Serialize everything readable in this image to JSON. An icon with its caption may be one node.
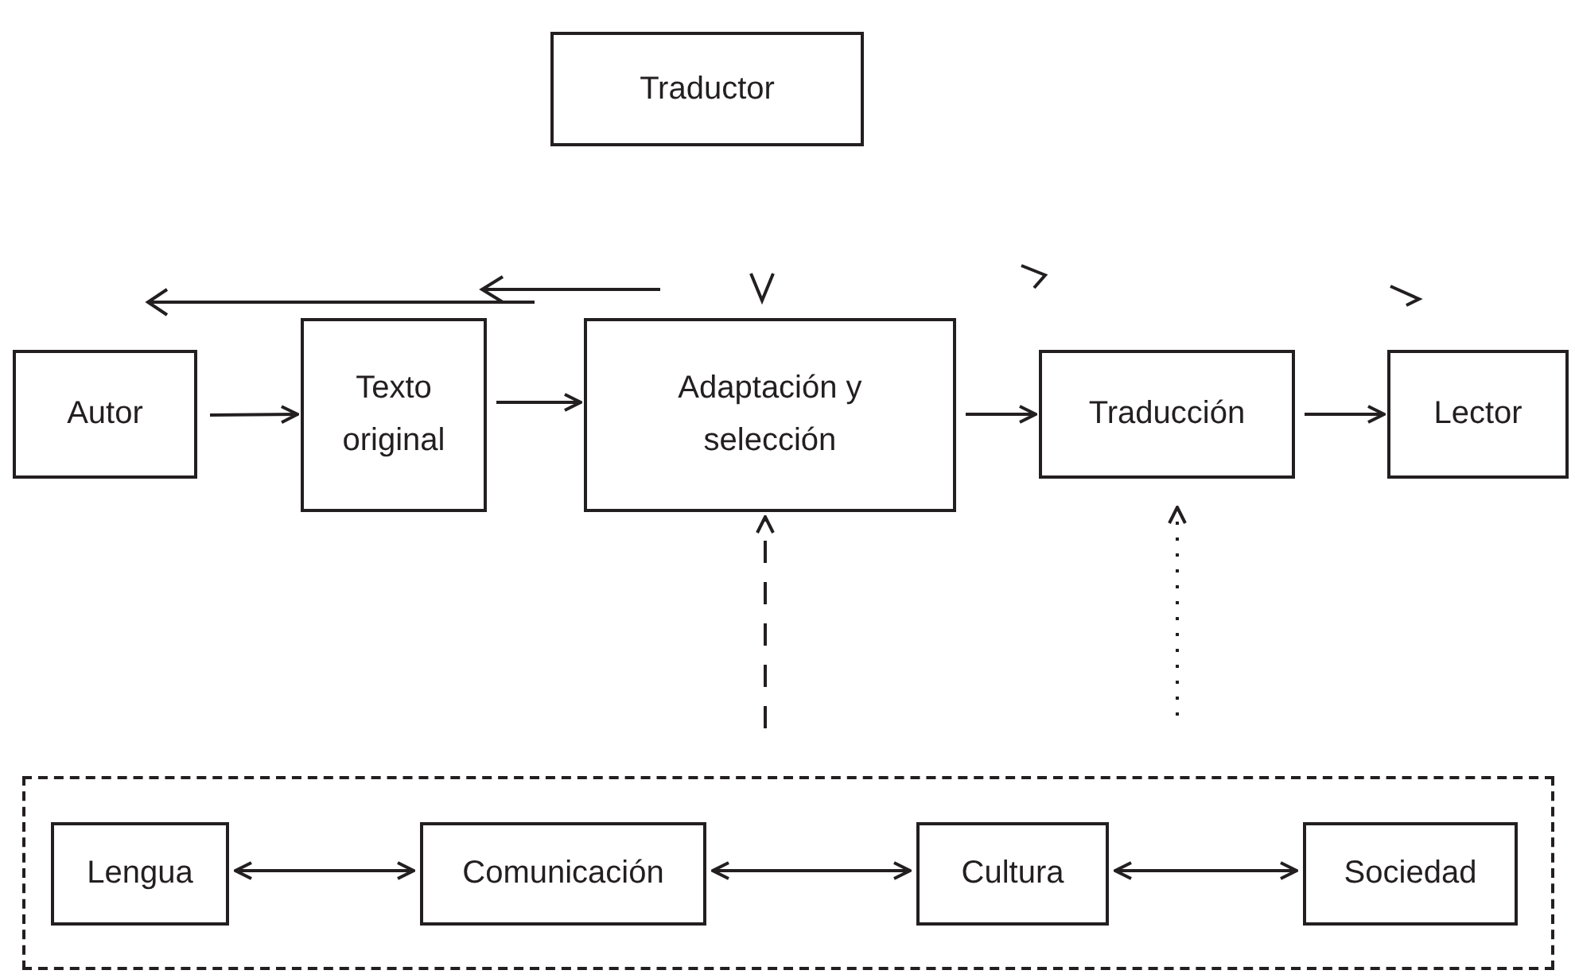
{
  "diagram": {
    "nodes": [
      {
        "text": [
          "Traductor"
        ]
      },
      {
        "text": [
          "Autor"
        ]
      },
      {
        "text": [
          "Texto original"
        ]
      },
      {
        "text": [
          "Adaptación y selección"
        ]
      },
      {
        "text": [
          "Traducción"
        ]
      },
      {
        "text": [
          "Lector"
        ]
      },
      {
        "text": [],
        "shape": "box"
      },
      {
        "text": [
          "Lengua"
        ],
        "in": 6
      },
      {
        "text": [
          "Comunicación"
        ],
        "in": 6
      },
      {
        "text": [
          "Cultura"
        ],
        "in": 6
      },
      {
        "text": [
          "Sociedad"
        ],
        "in": 6
      }
    ],
    "edges": [
      {
        "from": 1,
        "to": 2,
        "arrow": "to"
      },
      {
        "from": 2,
        "to": 3,
        "arrow": "to"
      },
      {
        "from": 3,
        "to": 4,
        "arrow": "to"
      },
      {
        "from": 4,
        "to": 5,
        "arrow": "to"
      },
      {
        "from": null,
        "to": 3,
        "arrow": "to",
        "style": "dashed"
      },
      {
        "from": null,
        "to": 4,
        "arrow": "to",
        "style": "dashed"
      },
      {
        "from": 7,
        "to": 8,
        "arrow": "both"
      },
      {
        "from": 8,
        "to": 9,
        "arrow": "both"
      },
      {
        "from": 9,
        "to": 10,
        "arrow": "both"
      }
    ]
  }
}
